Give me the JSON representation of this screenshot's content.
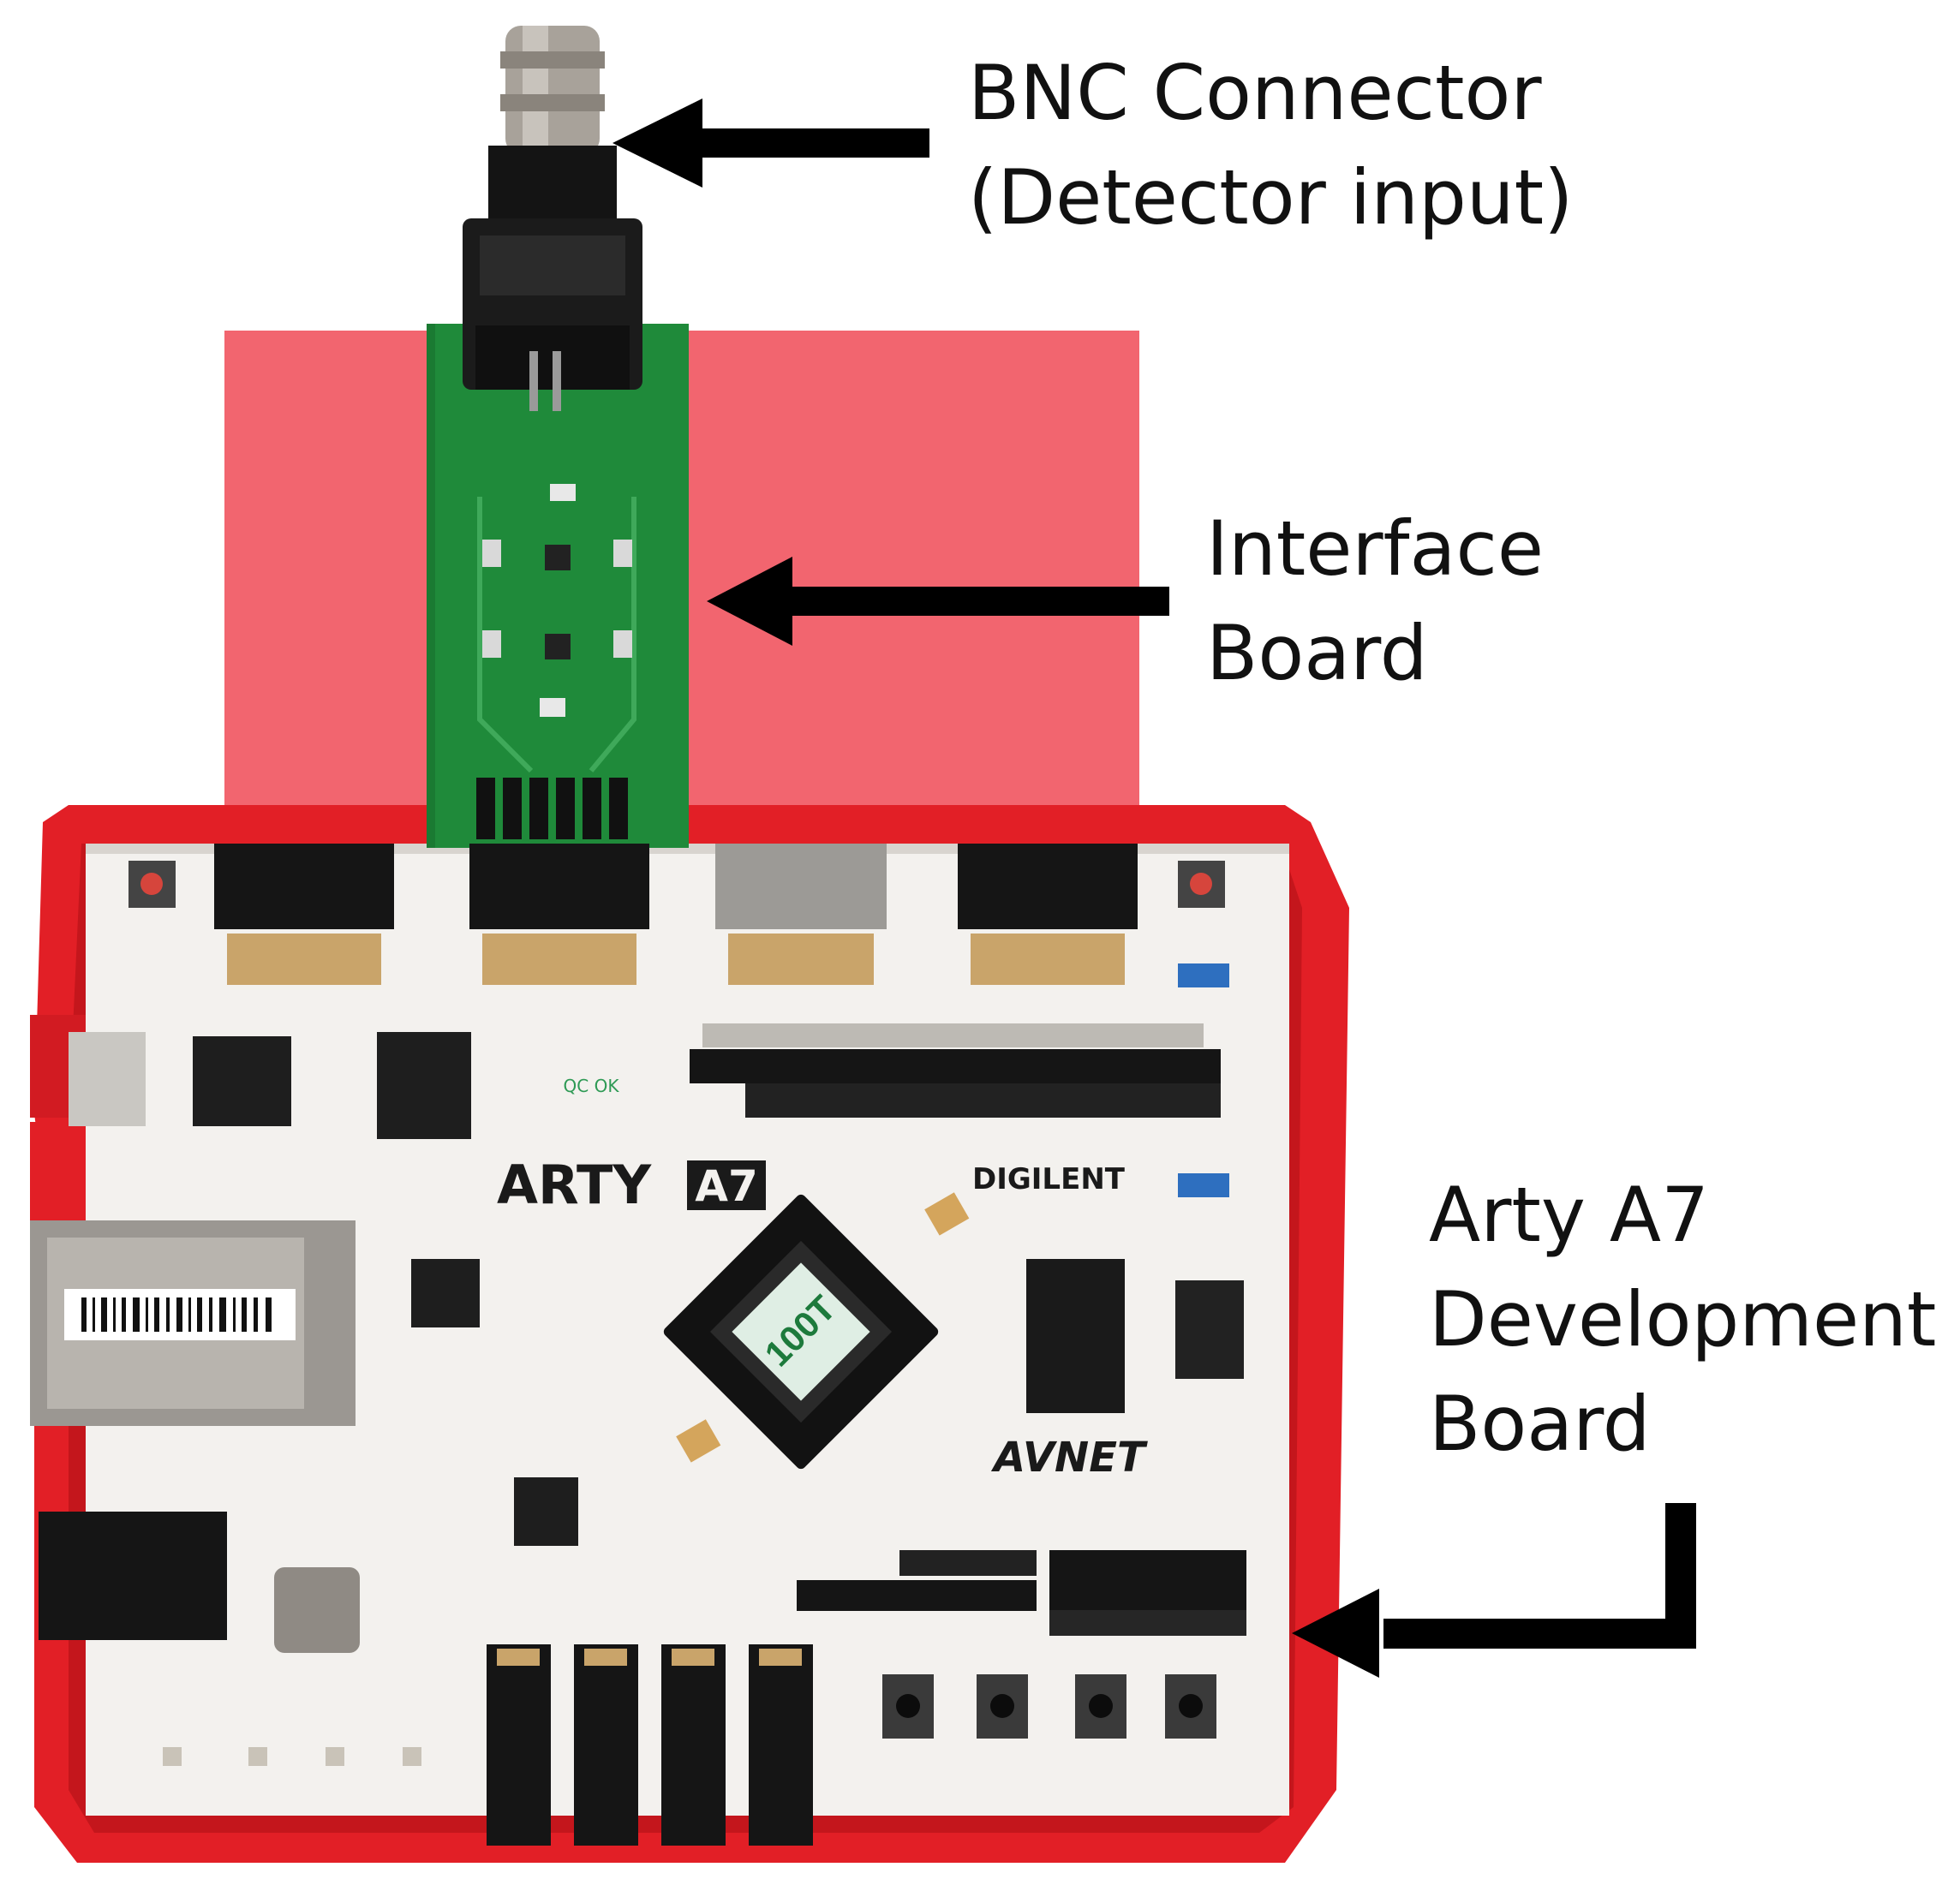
{
  "labels": {
    "bnc": {
      "line1": "BNC Connector",
      "line2": "(Detector input)"
    },
    "interface": {
      "line1": "Interface",
      "line2": "Board"
    },
    "arty": {
      "line1": "Arty A7",
      "line2": "Development",
      "line3": "Board"
    }
  },
  "board_text": {
    "arty_logo": "ARTY",
    "arty_logo_suffix": "A7",
    "digilent": "DIGILENT",
    "avnet": "AVNET",
    "chip_line": "100T",
    "qc": "QC OK"
  },
  "colors": {
    "enclosure": "#e21f26",
    "pink_panel": "#f25c66",
    "pcb_green": "#1f8a3a",
    "board_white": "#f3f1ee",
    "arrow": "#000000"
  }
}
